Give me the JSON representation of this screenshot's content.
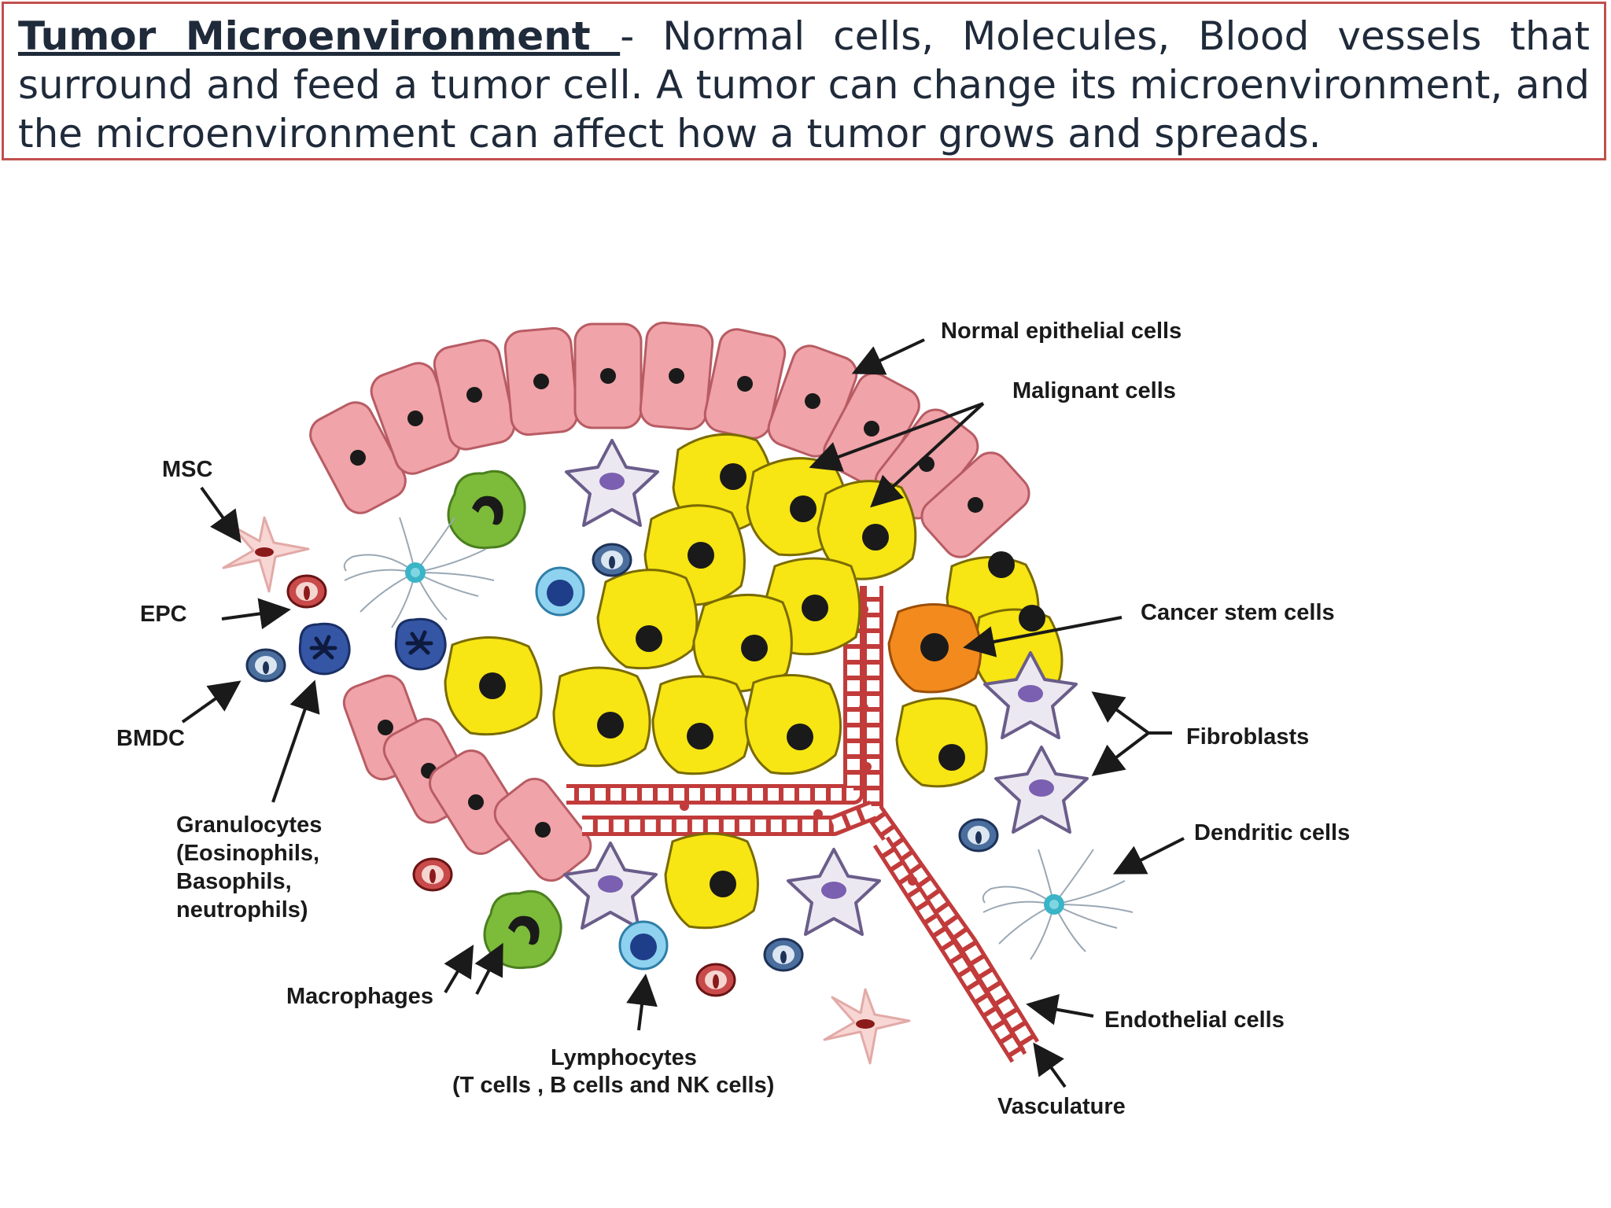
{
  "definition": {
    "term": "Tumor Microenvironment ",
    "separator": "-",
    "text": " Normal cells, Molecules, Blood vessels that surround and feed a tumor cell. A tumor can change its microenvironment, and the microenvironment can affect how a tumor grows and spreads."
  },
  "labels": {
    "normal_epithelial": "Normal epithelial cells",
    "malignant": "Malignant cells",
    "msc": "MSC",
    "epc": "EPC",
    "bmdc": "BMDC",
    "cancer_stem": "Cancer stem cells",
    "fibroblasts": "Fibroblasts",
    "dendritic": "Dendritic cells",
    "granulocytes": [
      "Granulocytes",
      "(Eosinophils,",
      "Basophils,",
      "neutrophils)"
    ],
    "macrophages": "Macrophages",
    "lymphocytes": [
      "Lymphocytes",
      "(T cells , B cells and NK cells)"
    ],
    "endothelial": "Endothelial cells",
    "vasculature": "Vasculature"
  },
  "colors": {
    "frame": "#c0504d",
    "epithelial": "#f0a3a8",
    "malignant": "#f7e514",
    "stem": "#f28a1e",
    "fibroblast": "#e9e4ef",
    "macrophage": "#7dbb3a",
    "granulocyte": "#3556a5",
    "lymphocyte": "#8fd2ef",
    "vessel": "#c23b3b"
  }
}
